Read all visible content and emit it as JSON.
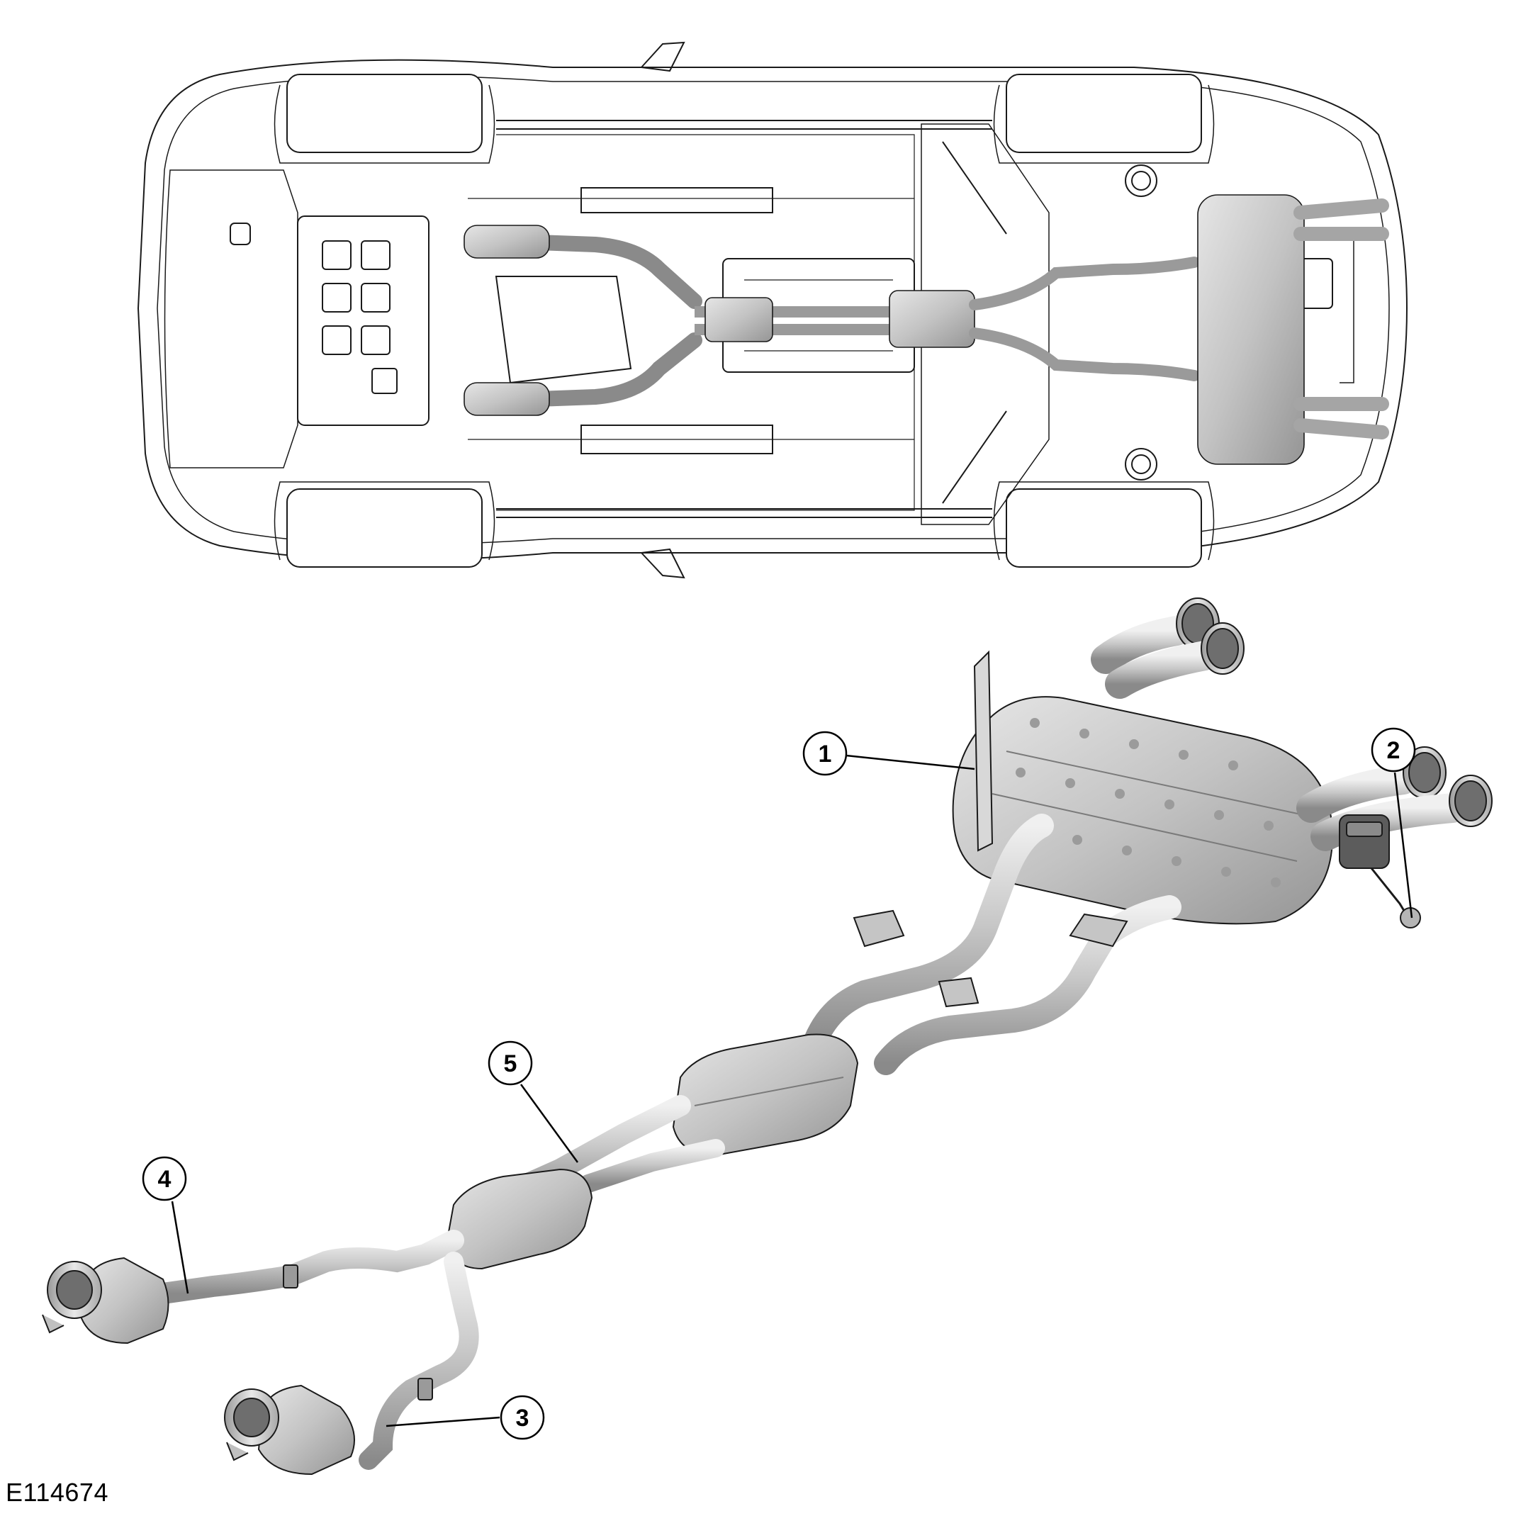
{
  "figure": {
    "reference_code": "E114674"
  },
  "views": [
    {
      "id": "vehicle-underside-view",
      "kind": "line-drawing"
    },
    {
      "id": "exhaust-system-view",
      "kind": "shaded-illustration"
    }
  ],
  "callouts": [
    {
      "number": "1",
      "part": "rear muffler"
    },
    {
      "number": "2",
      "part": "tailpipe valve actuator"
    },
    {
      "number": "3",
      "part": "right catalytic converter"
    },
    {
      "number": "4",
      "part": "left catalytic converter"
    },
    {
      "number": "5",
      "part": "intermediate pipe"
    }
  ],
  "colors": {
    "line": "#1a1a1a",
    "metal_light": "#e2e2e2",
    "metal_mid": "#b9b9b9",
    "metal_dark": "#8d8d8d",
    "callout_fill": "#ffffff"
  }
}
